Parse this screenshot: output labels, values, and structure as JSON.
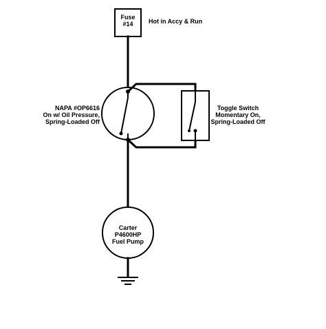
{
  "fuse": {
    "line1": "Fuse",
    "line2": "#14",
    "note": "Hot in Accy & Run"
  },
  "oil_switch": {
    "line1": "NAPA #OP6616",
    "line2": "On w/ Oil Pressure,",
    "line3": "Spring-Loaded Off"
  },
  "toggle_switch": {
    "line1": "Toggle Switch",
    "line2": "Momentary On,",
    "line3": "Spring-Loaded Off"
  },
  "fuel_pump": {
    "line1": "Carter",
    "line2": "P4600HP",
    "line3": "Fuel Pump"
  }
}
